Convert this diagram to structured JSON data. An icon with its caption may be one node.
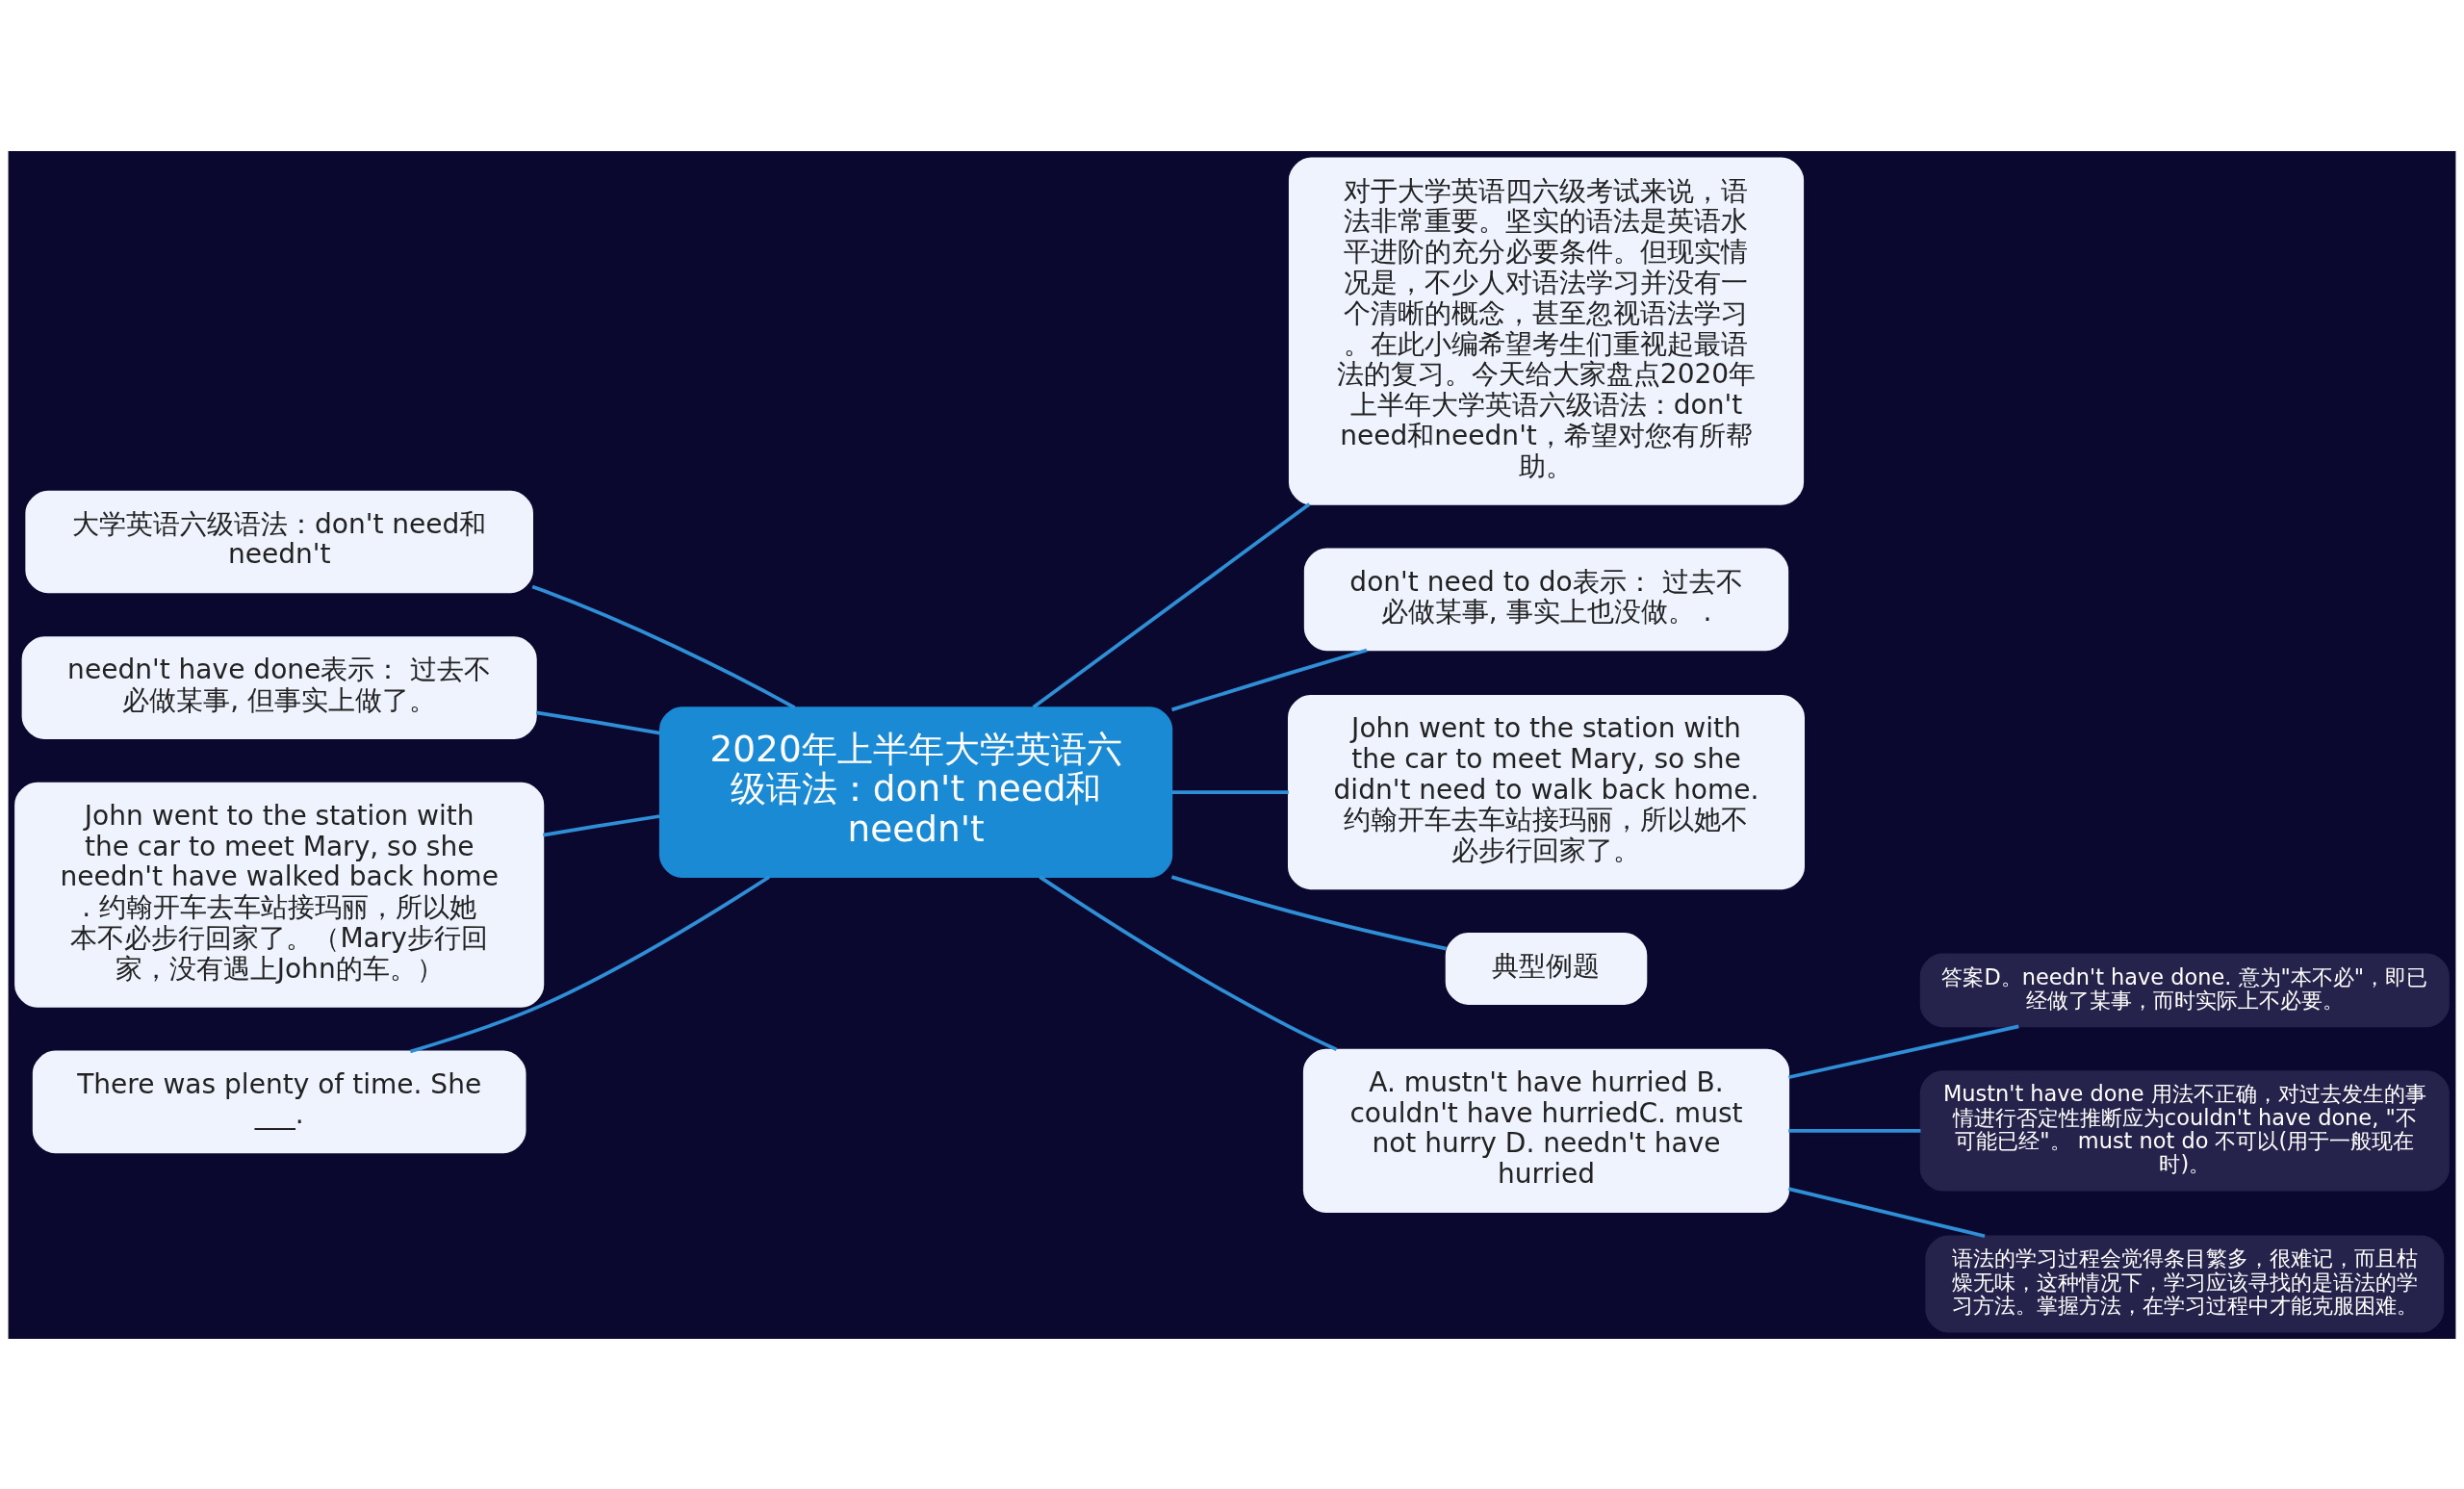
{
  "diagram": {
    "nodes": [
      {
        "text": [
          "2020年上半年大学英语六级语法：don't need和needn't"
        ]
      },
      {
        "text": [
          "大学英语六级语法：don't need和needn't"
        ]
      },
      {
        "text": [
          "needn't have done表示： 过去不必做某事, 但事实上做了。"
        ]
      },
      {
        "text": [
          "John went to the station with the car to meet Mary, so she needn't have walked back home . 约翰开车去车站接玛丽，所以她本不必步行回家了。（Mary步行回家，没有遇上John的车。）"
        ]
      },
      {
        "text": [
          "There was plenty of time. She ___."
        ]
      },
      {
        "text": [
          "对于大学英语四六级考试来说，语法非常重要。坚实的语法是英语水平进阶的充分必要条件。但现实情况是，不少人对语法学习并没有一个清晰的概念，甚至忽视语法学习。在此小编希望考生们重视起最语法的复习。今天给大家盘点2020年上半年大学英语六级语法：don't need和needn't，希望对您有所帮助。"
        ]
      },
      {
        "text": [
          "don't need to do表示： 过去不必做某事, 事实上也没做。 ."
        ]
      },
      {
        "text": [
          "John went to the station with the car to meet Mary, so she didn't need to walk back home. 约翰开车去车站接玛丽，所以她不必步行回家了。"
        ]
      },
      {
        "text": [
          "典型例题"
        ]
      },
      {
        "text": [
          "A. mustn't have hurried B. couldn't have hurriedC. must not hurry D. needn't have hurried"
        ]
      },
      {
        "text": [
          "答案D。needn't have done. 意为\"本不必\"，即已经做了某事，而时实际上不必要。"
        ]
      },
      {
        "text": [
          "Mustn't have done 用法不正确，对过去发生的事情进行否定性推断应为couldn't have done, \"不可能已经\"。 must not do 不可以(用于一般现在时)。"
        ]
      },
      {
        "text": [
          "语法的学习过程会觉得条目繁多，很难记，而且枯燥无味，这种情况下，学习应该寻找的是语法的学习方法。掌握方法，在学习过程中才能克服困难。"
        ]
      }
    ],
    "edges": [
      {
        "from": 0,
        "to": 1,
        "arrow": "none"
      },
      {
        "from": 0,
        "to": 2,
        "arrow": "none"
      },
      {
        "from": 0,
        "to": 3,
        "arrow": "none"
      },
      {
        "from": 0,
        "to": 4,
        "arrow": "none"
      },
      {
        "from": 0,
        "to": 5,
        "arrow": "none"
      },
      {
        "from": 0,
        "to": 6,
        "arrow": "none"
      },
      {
        "from": 0,
        "to": 7,
        "arrow": "none"
      },
      {
        "from": 0,
        "to": 8,
        "arrow": "none"
      },
      {
        "from": 0,
        "to": 9,
        "arrow": "none"
      },
      {
        "from": 9,
        "to": 10,
        "arrow": "none"
      },
      {
        "from": 9,
        "to": 11,
        "arrow": "none"
      },
      {
        "from": 9,
        "to": 12,
        "arrow": "none"
      }
    ]
  }
}
